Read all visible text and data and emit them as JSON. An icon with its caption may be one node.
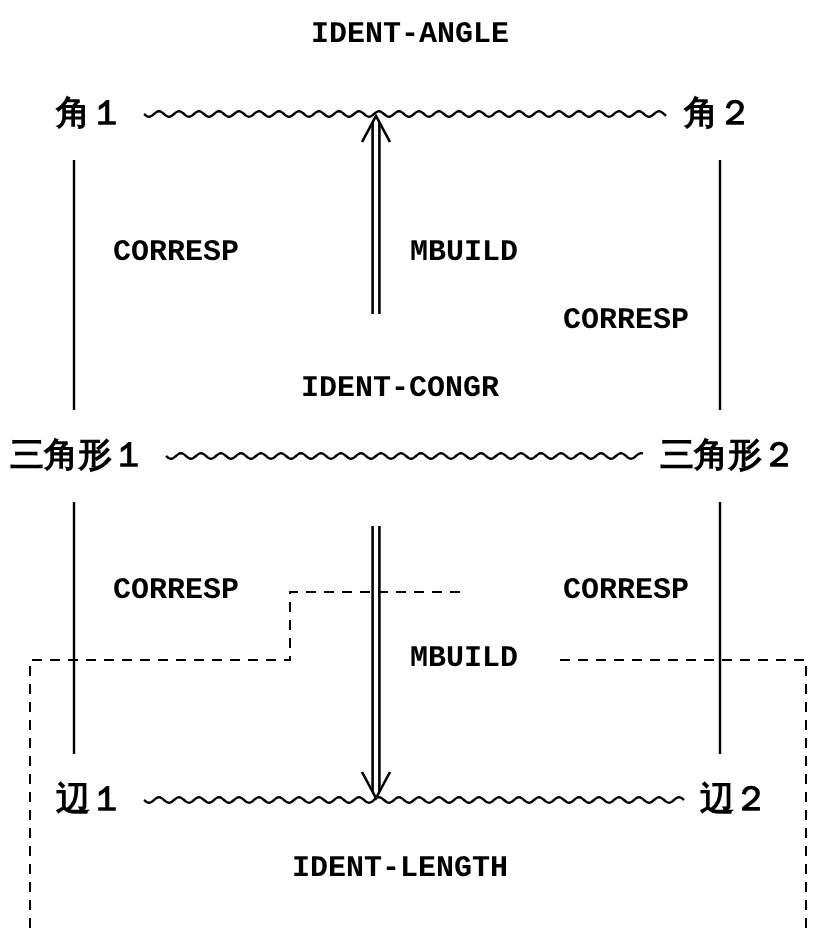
{
  "diagram": {
    "nodes": [
      {
        "text": [
          "角１"
        ]
      },
      {
        "text": [
          "角２"
        ]
      },
      {
        "text": [
          "三角形１"
        ]
      },
      {
        "text": [
          "三角形２"
        ]
      },
      {
        "text": [
          "辺１"
        ]
      },
      {
        "text": [
          "辺２"
        ]
      }
    ],
    "edges": [
      {
        "from": 0,
        "to": 1,
        "arrow": "none",
        "label": "IDENT-ANGLE"
      },
      {
        "from": 2,
        "to": 3,
        "arrow": "none",
        "label": "IDENT-CONGR"
      },
      {
        "from": 4,
        "to": 5,
        "arrow": "none",
        "label": "IDENT-LENGTH"
      },
      {
        "from": 2,
        "to": 0,
        "arrow": "none",
        "label": "CORRESP"
      },
      {
        "from": 3,
        "to": 1,
        "arrow": "none",
        "label": "CORRESP"
      },
      {
        "from": 2,
        "to": 4,
        "arrow": "none",
        "label": "CORRESP"
      },
      {
        "from": 3,
        "to": 5,
        "arrow": "none",
        "label": "CORRESP"
      }
    ],
    "labels": [
      "MBUILD",
      "MBUILD"
    ]
  }
}
